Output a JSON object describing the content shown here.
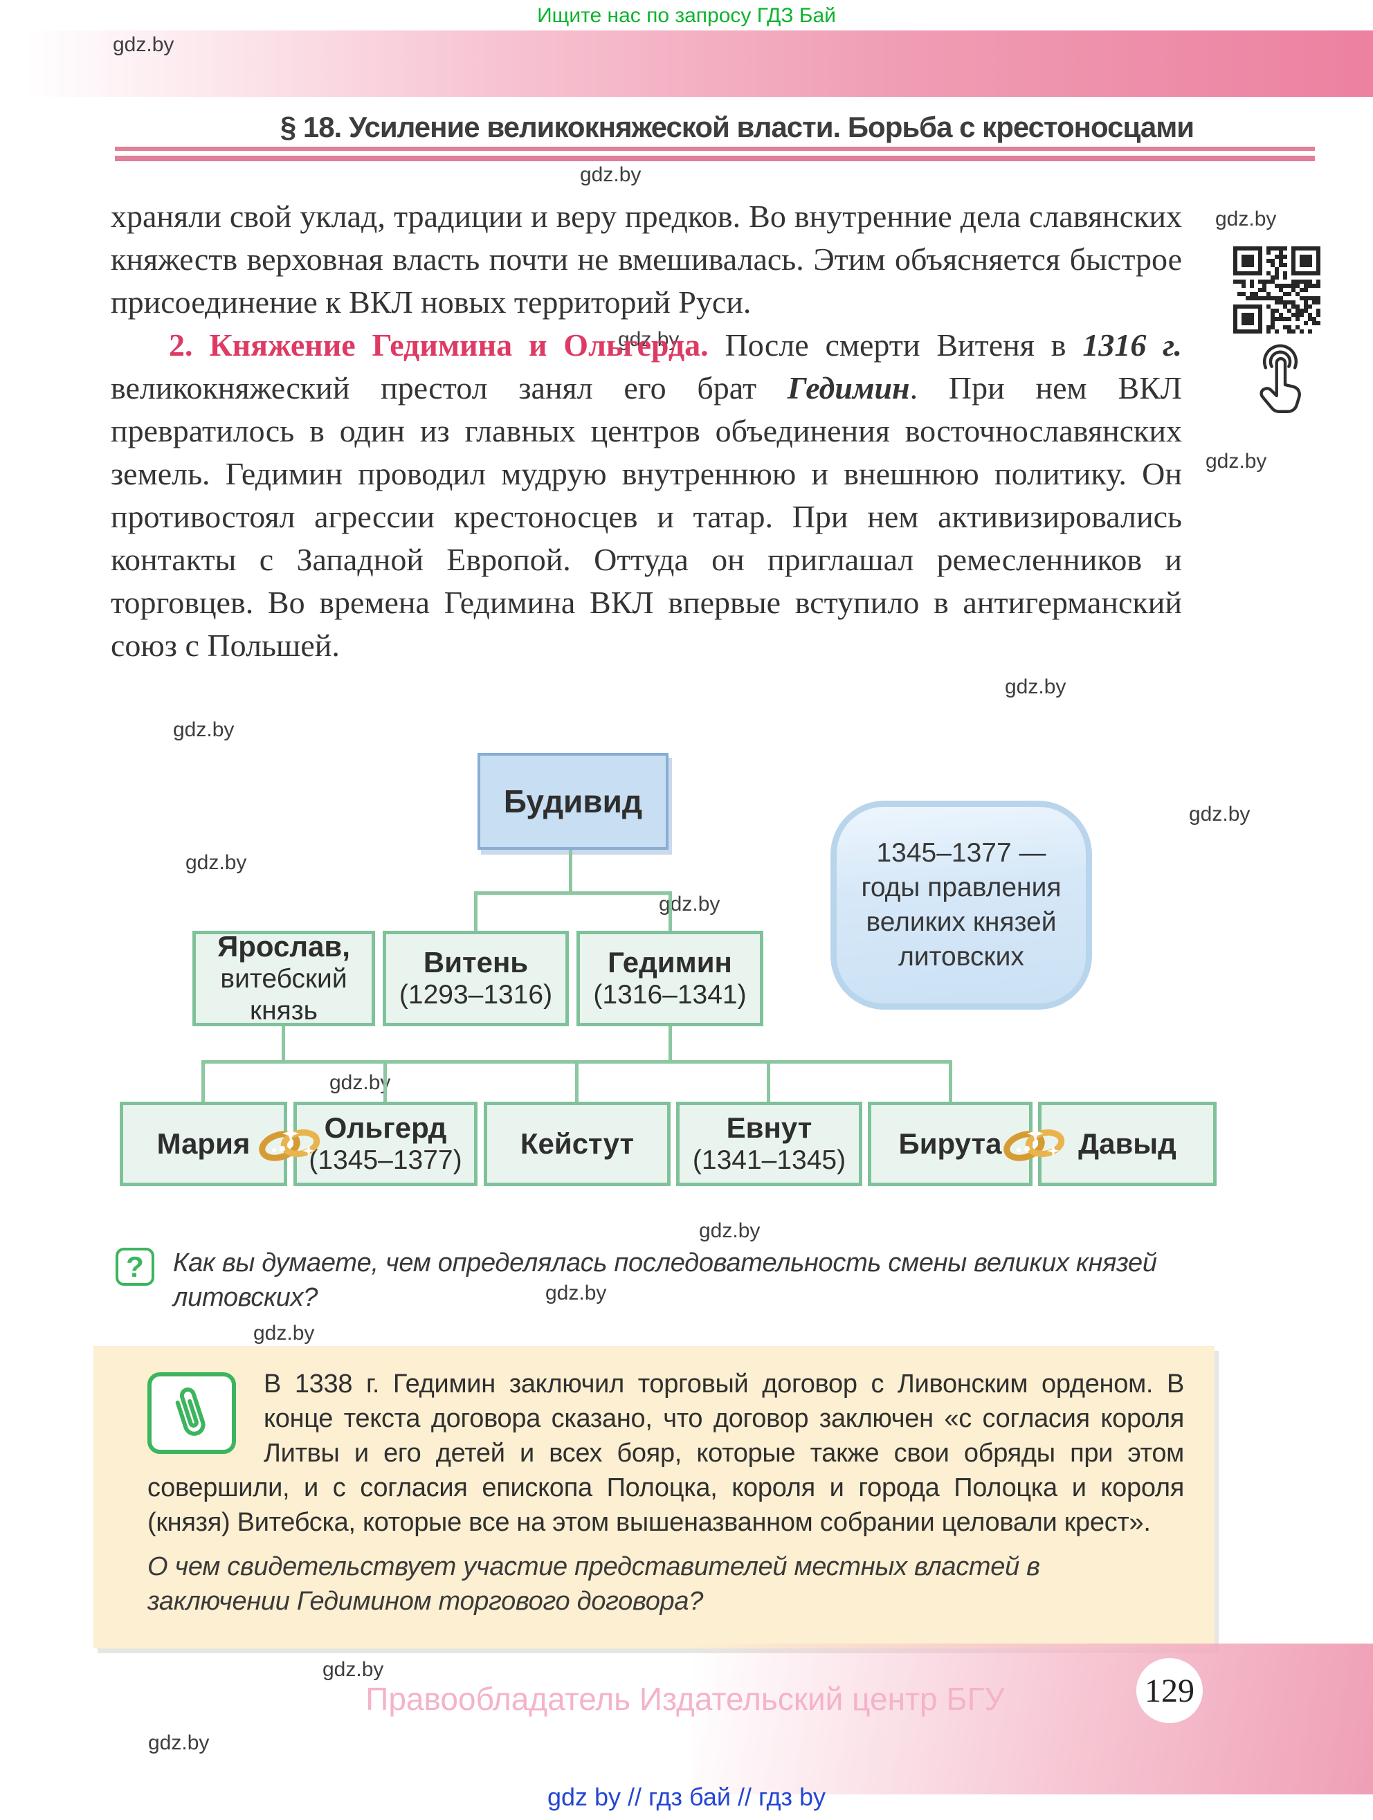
{
  "banner": {
    "text": "Ищите нас по запросу ГДЗ Бай"
  },
  "watermark": {
    "label": "gdz.by"
  },
  "header": {
    "title": "§ 18. Усиление великокняжеской власти. Борьба с крестоносцами"
  },
  "article": {
    "para1": "храняли свой уклад, традиции и веру предков. Во внутренние дела славянских княжеств верховная власть почти не вмешивалась. Этим объясняется быстрое присоединение к ВКЛ новых территорий Руси.",
    "para2": [
      {
        "text": "2. Княжение Гедимина и Ольгерда. ",
        "style": "red-bold"
      },
      {
        "text": "После смерти Витеня в ",
        "style": "normal"
      },
      {
        "text": "1316 г.",
        "style": "bold-italic"
      },
      {
        "text": " великокняжеский престол занял его брат ",
        "style": "normal"
      },
      {
        "text": "Гедимин",
        "style": "bold-italic"
      },
      {
        "text": ". При нем ВКЛ превратилось в один из главных центров объединения восточнославянских земель. Гедимин проводил мудрую внутреннюю и внешнюю политику. Он противостоял агрессии крестоносцев и татар. При нем активизировались контакты с Западной Европой. Оттуда он приглашал ремесленников и торговцев. Во времена Гедимина ВКЛ впервые вступило в антигерманский союз с Польшей.",
        "style": "normal"
      }
    ]
  },
  "tree": {
    "root": {
      "name": "Будивид"
    },
    "callout": {
      "lines": [
        "1345–1377 —",
        "годы правления",
        "великих князей",
        "литовских"
      ]
    },
    "gen2": [
      {
        "name": "Ярослав,",
        "sub1": "витебский",
        "sub2": "князь"
      },
      {
        "name": "Витень",
        "dates": "(1293–1316)"
      },
      {
        "name": "Гедимин",
        "dates": "(1316–1341)"
      }
    ],
    "gen3": [
      {
        "name": "Мария"
      },
      {
        "name": "Ольгерд",
        "dates": "(1345–1377)"
      },
      {
        "name": "Кейстут"
      },
      {
        "name": "Евнут",
        "dates": "(1341–1345)"
      },
      {
        "name": "Бирута"
      },
      {
        "name": "Давыд"
      }
    ]
  },
  "question": {
    "icon_glyph": "?",
    "text": "Как вы думаете, чем определялась последовательность смены великих князей литовских?"
  },
  "source_box": {
    "quote": "В 1338 г. Гедимин заключил торговый договор с Ливонским орденом. В конце текста договора сказано, что договор заключен «с согласия короля Литвы и его детей и всех бояр, которые также свои обряды при этом совершили, и с согласия епископа Полоцка, короля и города Полоцка и короля (князя) Витебска, которые все на этом вышеназванном собрании целовали крест».",
    "question": "О чем свидетельствует участие представителей местных властей в заключении Гедимином торгового договора?"
  },
  "footer": {
    "copyright": "Правообладатель Издательский центр БГУ",
    "page_number": "129",
    "links": "gdz by  //  гдз бай  //  гдз by"
  },
  "colors": {
    "accent_pink": "#ec81a0",
    "heading_red": "#dd3a64",
    "tree_green": "#7fc29a",
    "root_blue": "#c8def2",
    "callout_blue": "#cfe2f4",
    "source_cream": "#fcefd2",
    "link_blue": "#2546d2",
    "banner_green": "#0cb32e"
  }
}
